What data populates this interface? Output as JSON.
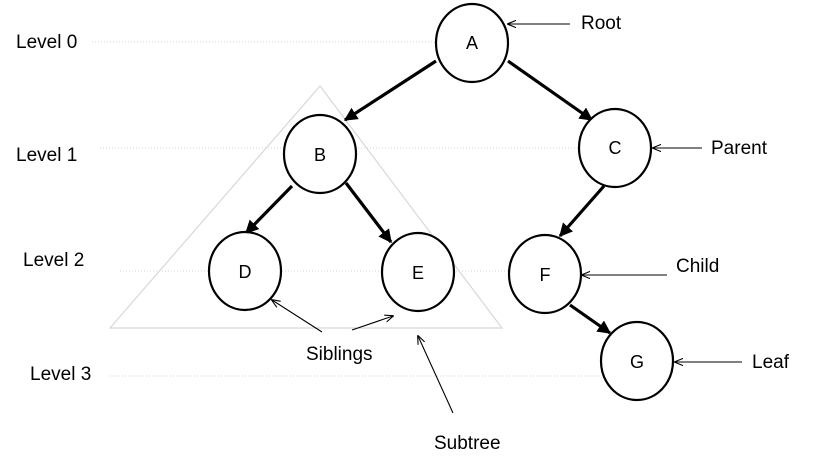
{
  "levels": [
    {
      "label": "Level 0"
    },
    {
      "label": "Level 1"
    },
    {
      "label": "Level 2"
    },
    {
      "label": "Level 3"
    }
  ],
  "nodes": {
    "a": "A",
    "b": "B",
    "c": "C",
    "d": "D",
    "e": "E",
    "f": "F",
    "g": "G"
  },
  "annotations": {
    "root": "Root",
    "parent": "Parent",
    "child": "Child",
    "leaf": "Leaf",
    "siblings": "Siblings",
    "subtree": "Subtree"
  },
  "edges": [
    {
      "from": "A",
      "to": "B"
    },
    {
      "from": "A",
      "to": "C"
    },
    {
      "from": "B",
      "to": "D"
    },
    {
      "from": "B",
      "to": "E"
    },
    {
      "from": "C",
      "to": "F"
    },
    {
      "from": "F",
      "to": "G"
    }
  ]
}
